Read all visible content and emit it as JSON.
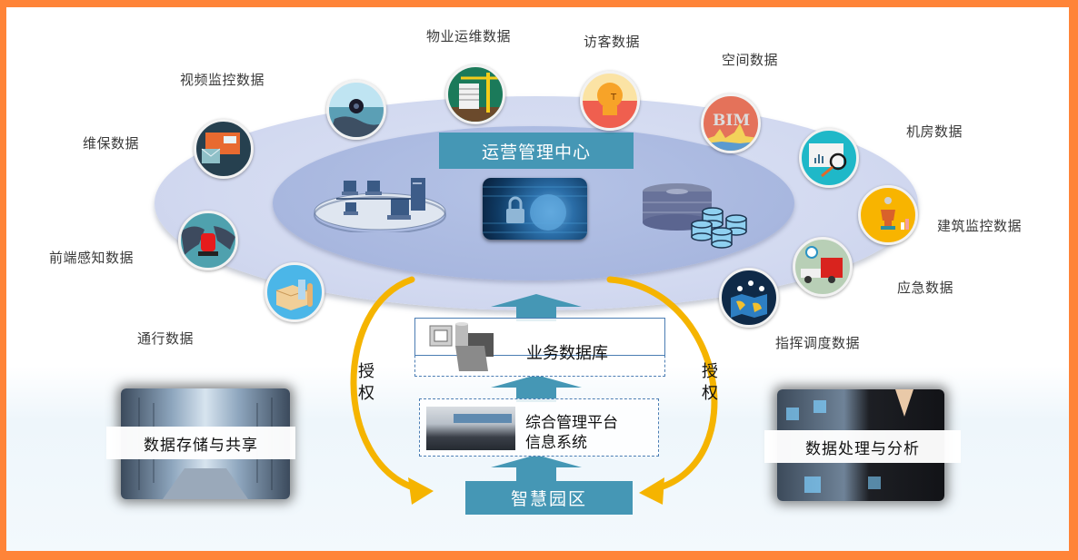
{
  "colors": {
    "frame_border": "#ff8438",
    "title_box": "#4597b5",
    "arrow_gold": "#f5b400",
    "outer_ellipse": "#d2d9f0",
    "inner_ellipse": "#a8b7df"
  },
  "center": {
    "title": "运营管理中心",
    "icons": [
      "network-icon",
      "security-globe-icon",
      "database-cluster-icon"
    ]
  },
  "data_sources": [
    {
      "label": "物业运维数据",
      "icon": "construction-crane-icon"
    },
    {
      "label": "访客数据",
      "icon": "lightbulb-visitor-icon"
    },
    {
      "label": "空间数据",
      "icon": "bim-icon"
    },
    {
      "label": "视频监控数据",
      "icon": "webcam-globe-icon"
    },
    {
      "label": "机房数据",
      "icon": "analytics-magnifier-icon"
    },
    {
      "label": "维保数据",
      "icon": "maintenance-mail-icon"
    },
    {
      "label": "建筑监控数据",
      "icon": "trophy-chart-icon"
    },
    {
      "label": "前端感知数据",
      "icon": "alarm-globe-icon"
    },
    {
      "label": "应急数据",
      "icon": "fire-truck-icon"
    },
    {
      "label": "通行数据",
      "icon": "package-icon"
    },
    {
      "label": "指挥调度数据",
      "icon": "dispatch-map-icon"
    }
  ],
  "stack": {
    "business_db": "业务数据库",
    "platform_line1": "综合管理平台",
    "platform_line2": "信息系统",
    "park": "智慧园区"
  },
  "authorization": {
    "left": [
      "授",
      "权"
    ],
    "right": [
      "授",
      "权"
    ]
  },
  "panels": {
    "storage": "数据存储与共享",
    "analysis": "数据处理与分析"
  }
}
